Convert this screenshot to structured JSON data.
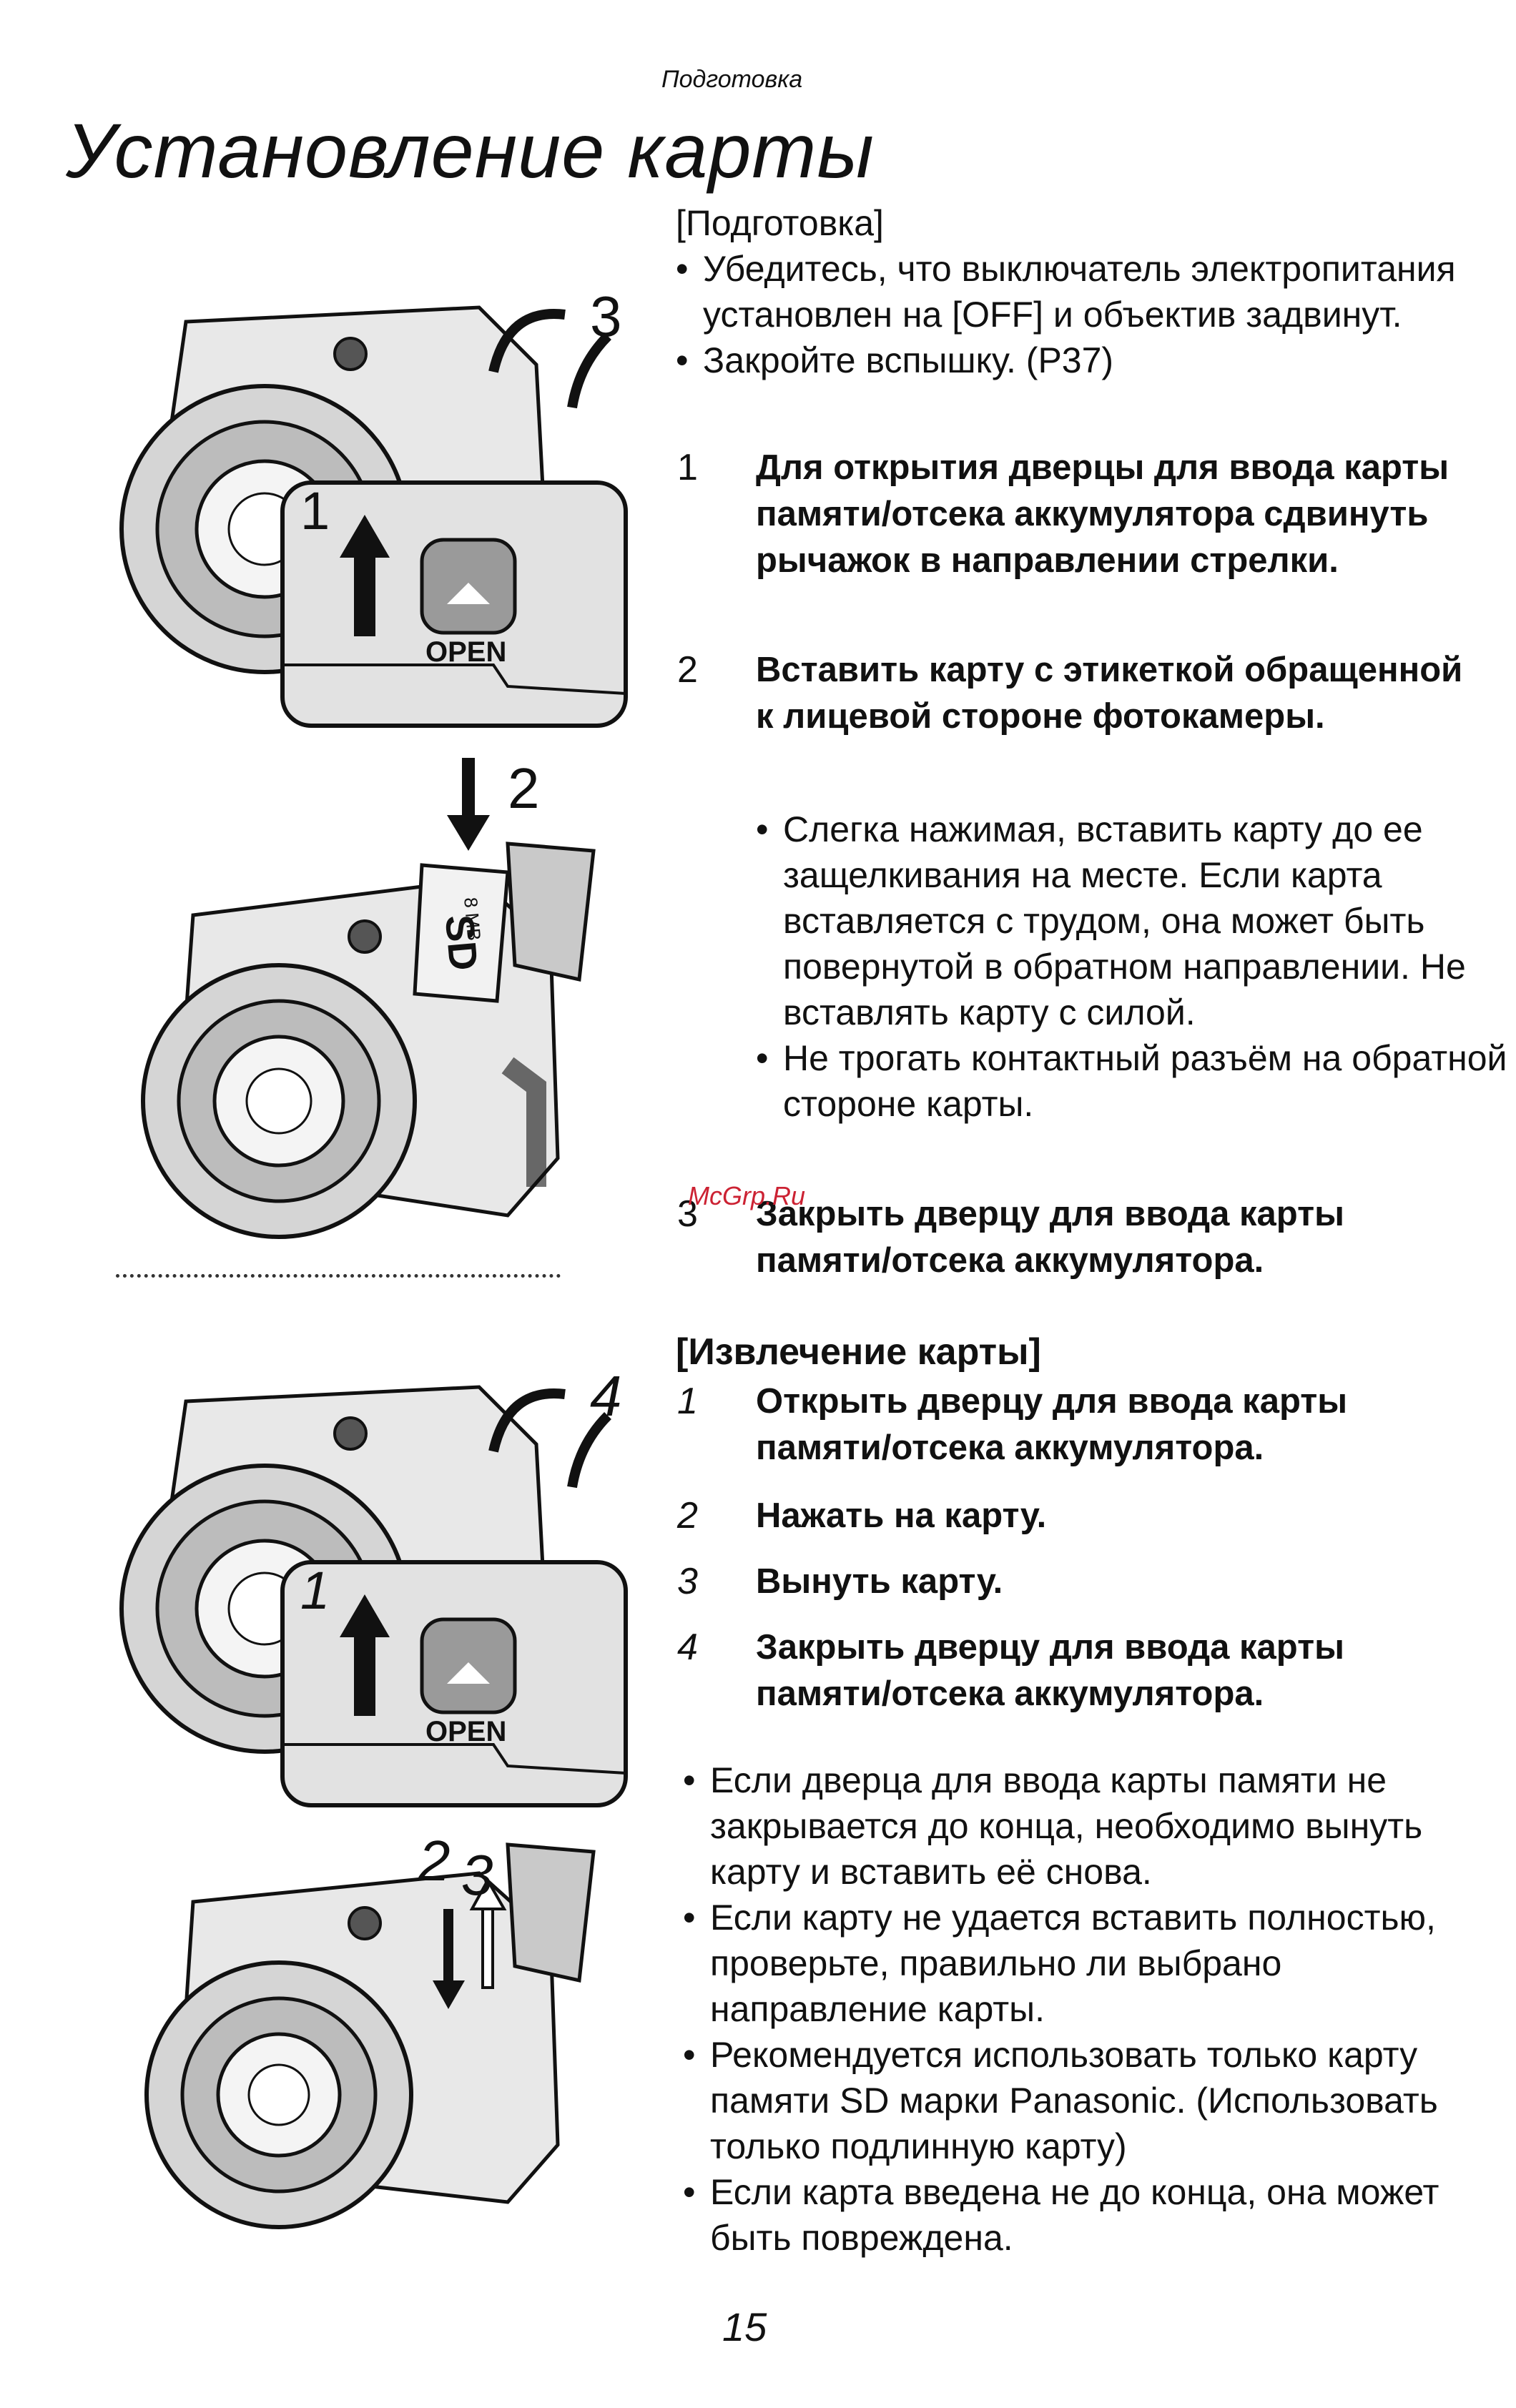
{
  "header": {
    "section": "Подготовка",
    "title": "Установление карты"
  },
  "preparation": {
    "label": "[Подготовка]",
    "bullets": [
      "Убедитесь, что выключатель электропитания установлен на [OFF] и объектив задвинут.",
      "Закройте вспышку. (P37)"
    ]
  },
  "insert_steps": [
    {
      "num": "1",
      "text": "Для открытия дверцы для ввода карты памяти/отсека аккумулятора сдвинуть рычажок в направлении стрелки."
    },
    {
      "num": "2",
      "text": "Вставить карту с этикеткой обращенной к лицевой стороне фотокамеры."
    },
    {
      "num": "3",
      "text": "Закрыть дверцу для ввода карты памяти/отсека аккумулятора."
    }
  ],
  "insert_notes": [
    "Слегка нажимая, вставить карту до ее защелкивания на месте. Если карта вставляется с трудом, она может быть повернутой в обратном направлении. Не вставлять карту с силой.",
    "Не трогать контактный разъём на обратной стороне карты."
  ],
  "removal": {
    "heading": "[Извлечение карты]",
    "steps": [
      {
        "num": "1",
        "text": "Открыть дверцу для ввода карты памяти/отсека аккумулятора."
      },
      {
        "num": "2",
        "text": "Нажать на карту."
      },
      {
        "num": "3",
        "text": "Вынуть карту."
      },
      {
        "num": "4",
        "text": "Закрыть дверцу для ввода карты памяти/отсека аккумулятора."
      }
    ]
  },
  "notes": [
    "Если дверца для ввода карты памяти не закрывается до конца, необходимо вынуть карту и вставить её снова.",
    "Если карту не удается вставить полностью, проверьте, правильно ли выбрано направление карты.",
    "Рекомендуется использовать только карту памяти SD марки Panasonic. (Использовать только подлинную карту)",
    "Если карта введена не до конца, она может быть повреждена."
  ],
  "illustrations": {
    "fig1": {
      "step_a": "1",
      "step_b": "3",
      "lever": "OPEN"
    },
    "fig2": {
      "step": "2",
      "card_text": "SD",
      "card_size": "8 MB"
    },
    "fig3": {
      "step_a": "1",
      "step_b": "4",
      "lever": "OPEN"
    },
    "fig4": {
      "step_a": "2",
      "step_b": "3"
    }
  },
  "watermark": "McGrp.Ru",
  "page_number": "15"
}
